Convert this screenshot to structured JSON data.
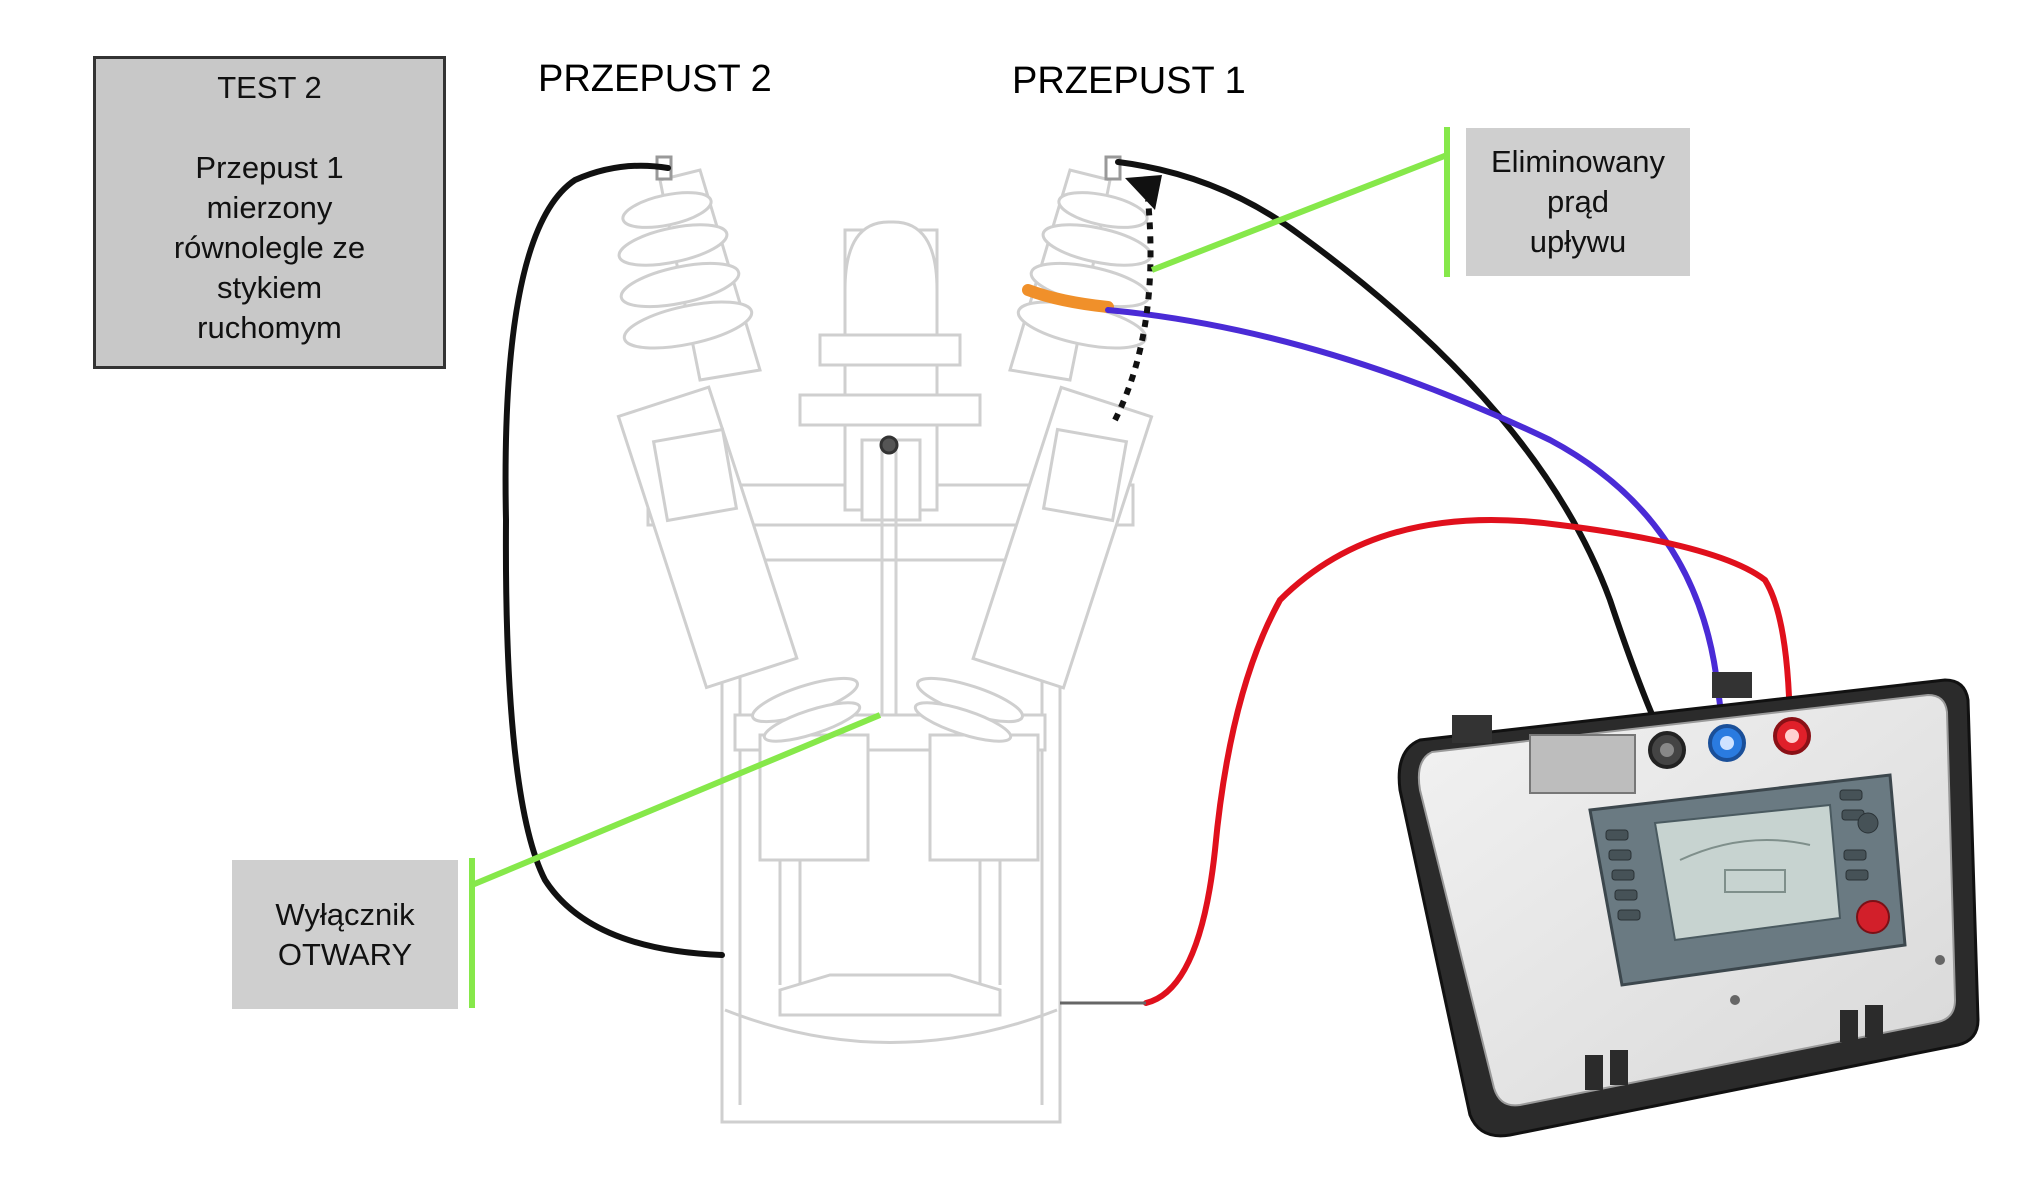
{
  "diagram": {
    "bushing_2_label": "PRZEPUST 2",
    "bushing_1_label": "PRZEPUST 1",
    "test_box": {
      "title": "TEST 2",
      "lines": [
        "Przepust 1",
        "mierzony",
        "równolegle ze",
        "stykiem",
        "ruchomym"
      ]
    },
    "leakage_box": {
      "lines": [
        "Eliminowany",
        "prąd",
        "upływu"
      ]
    },
    "breaker_box": {
      "lines": [
        "Wyłącznik",
        "OTWARY"
      ]
    },
    "colors": {
      "wire_black": "#111111",
      "wire_blue": "#4a2bd6",
      "wire_red": "#e0101c",
      "pointer_green": "#86e84a",
      "guard_band_orange": "#f0902a",
      "label_box_gray": "#cfcfcf",
      "test_box_gray": "#c8c8c8"
    },
    "tester": {
      "terminal_icons": [
        "terminal-black-icon",
        "terminal-blue-icon",
        "terminal-red-icon"
      ]
    }
  }
}
